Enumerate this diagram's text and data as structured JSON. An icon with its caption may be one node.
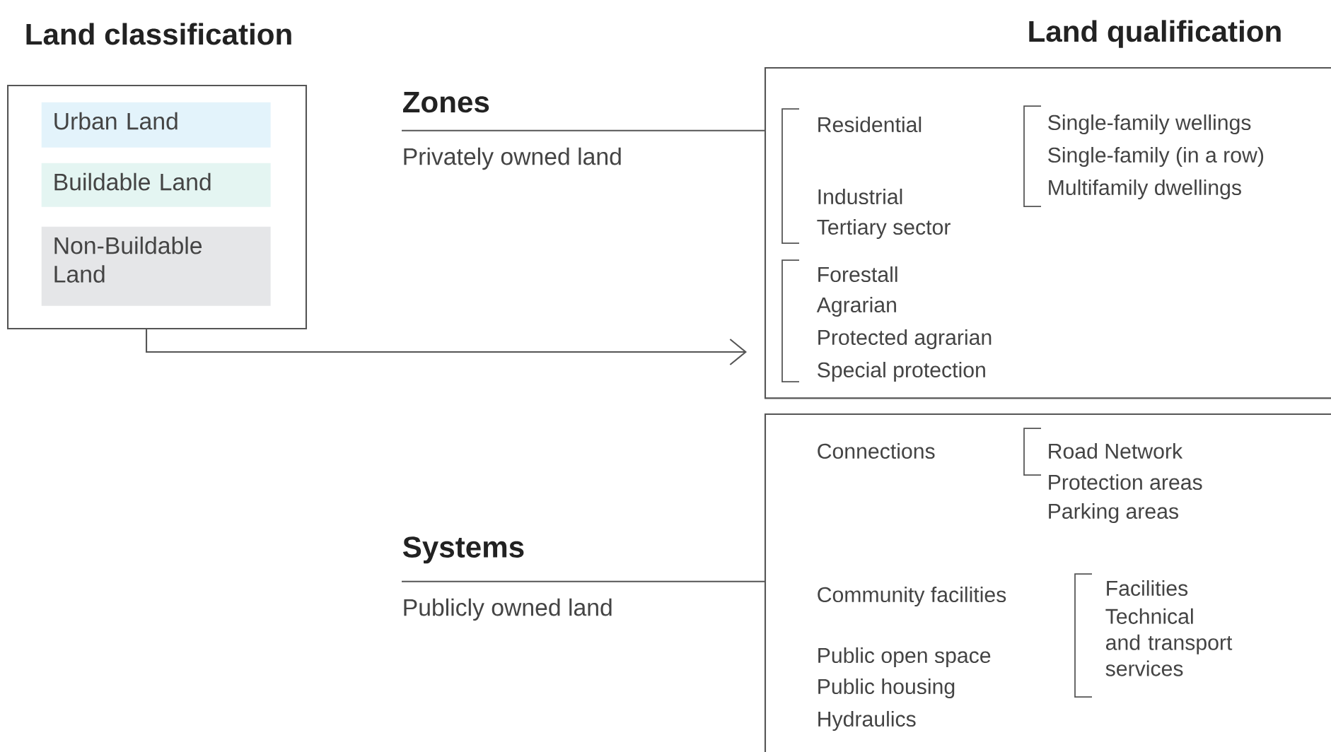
{
  "diagram": {
    "nodes": [
      {
        "text": [],
        "shape": "box"
      },
      {
        "text": [
          "Urban Land"
        ],
        "in": 0
      },
      {
        "text": [
          "Buildable Land"
        ],
        "in": 0
      },
      {
        "text": [
          "Non-Buildable Land"
        ],
        "in": 0
      },
      {
        "text": [
          "Residential",
          "Industrial",
          "Tertiary sector",
          "Single-family wellings",
          "Single-family (in a row)",
          "Multifamily dwellings",
          "Forestall",
          "Agrarian",
          "Protected agrarian",
          "Special protection"
        ]
      },
      {
        "text": [
          "Connections",
          "Road Network",
          "Protection areas",
          "Parking areas",
          "Community facilities",
          "Facilities",
          "Technical and transport services",
          "Public open space",
          "Public housing",
          "Hydraulics"
        ]
      },
      {
        "text": [
          "Zones",
          "Privately owned land"
        ]
      },
      {
        "text": [
          "Systems",
          "Publicly owned land"
        ]
      }
    ],
    "edges": [
      {
        "from": 0,
        "to": 4,
        "arrow": "to"
      },
      {
        "from": 6,
        "to": 4,
        "arrow": "none"
      },
      {
        "from": 7,
        "to": 5,
        "arrow": "none"
      }
    ],
    "labels": [
      "Land classification",
      "Land qualification"
    ]
  }
}
